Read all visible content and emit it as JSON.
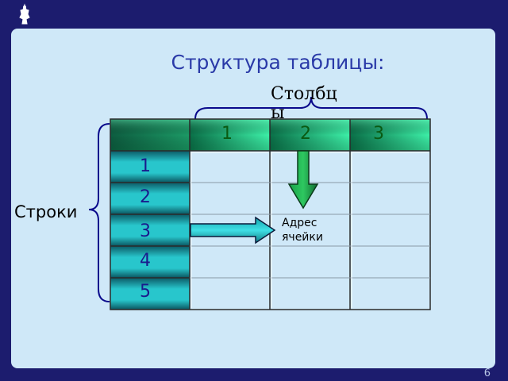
{
  "slide": {
    "title": "Структура таблицы:",
    "columns_label": "Столбцы",
    "rows_label": "Строки",
    "address_label": "Адрес ячейки",
    "page_number": "6"
  },
  "table": {
    "column_headers": [
      "1",
      "2",
      "3"
    ],
    "row_headers": [
      "1",
      "2",
      "3",
      "4",
      "5"
    ]
  },
  "colors": {
    "frame": "#1c1c6e",
    "slide_background": "#cfe8f8",
    "title": "#2a3aa8",
    "column_header_green": "#2ee89a",
    "row_header_teal": "#19b8c0",
    "arrow_green": "#1f8a3a",
    "arrow_teal": "#22c4c8"
  },
  "icons": [
    "robot-logo-icon",
    "down-arrow-icon",
    "right-arrow-icon",
    "brace-icon"
  ]
}
